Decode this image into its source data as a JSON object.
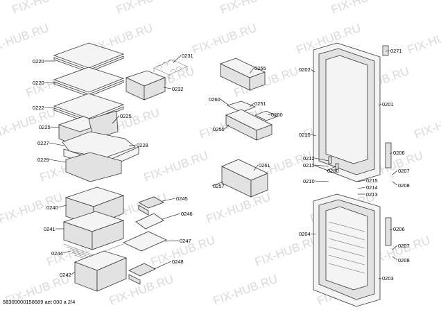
{
  "watermark": "FIX-HUB.RU",
  "footer": "58300000158689 aet 000 a 2/4",
  "parts": [
    "0220",
    "0220",
    "0222",
    "0225",
    "0225",
    "0227",
    "0228",
    "0229",
    "0231",
    "0232",
    "0255",
    "0260",
    "0251",
    "0260",
    "0250",
    "0261",
    "0257",
    "0240",
    "0241",
    "0244",
    "0242",
    "0245",
    "0246",
    "0247",
    "0248",
    "0202",
    "0271",
    "0201",
    "0210",
    "0212",
    "0211",
    "0280",
    "0206",
    "0207",
    "0208",
    "0210",
    "0215",
    "0214",
    "0213",
    "0204",
    "0206",
    "0207",
    "0208",
    "0203"
  ]
}
